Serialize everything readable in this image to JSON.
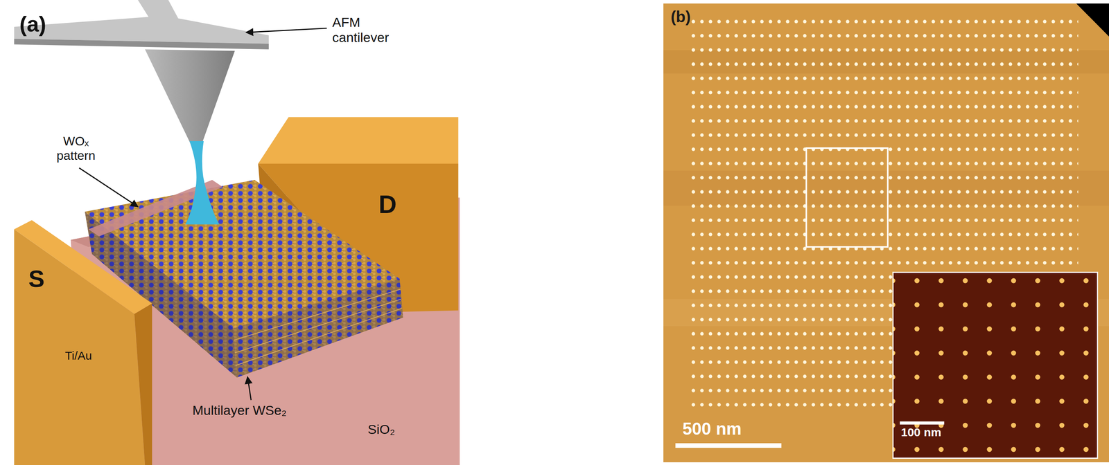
{
  "diagram": {
    "nodes": [
      {
        "text": [
          "S",
          "Ti/Au"
        ]
      },
      {
        "text": [
          "D"
        ]
      },
      {
        "text": [
          "100 nm"
        ]
      }
    ],
    "labels": [
      "(a)",
      "AFM cantilever",
      "WOₓ pattern",
      "Multilayer WSe₂",
      "SiO₂",
      "(b)",
      "500 nm"
    ]
  }
}
